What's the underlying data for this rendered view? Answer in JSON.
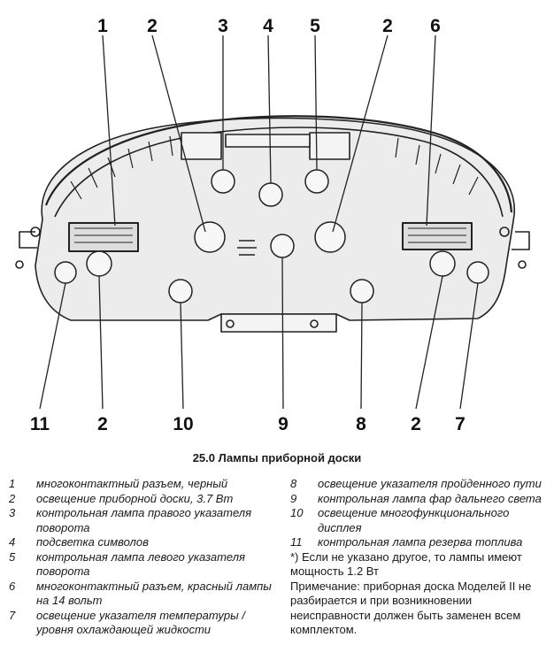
{
  "callouts": {
    "top": [
      "1",
      "2",
      "3",
      "4",
      "5",
      "2",
      "6"
    ],
    "bottom": [
      "11",
      "2",
      "10",
      "9",
      "8",
      "2",
      "7"
    ]
  },
  "caption": "25.0 Лампы приборной доски",
  "legend_left": [
    {
      "num": "1",
      "text": "многоконтактный разъем, черный"
    },
    {
      "num": "2",
      "text": "освещение приборной доски, 3.7 Вт"
    },
    {
      "num": "3",
      "text": "контрольная лампа правого указателя поворота"
    },
    {
      "num": "4",
      "text": "подсветка символов"
    },
    {
      "num": "5",
      "text": "контрольная лампа левого указателя поворота"
    },
    {
      "num": "6",
      "text": "многоконтактный разъем, красный лампы на 14 вольт"
    },
    {
      "num": "7",
      "text": "освещение указателя температуры / уровня охлаждающей жидкости"
    }
  ],
  "legend_right": [
    {
      "num": "8",
      "text": "освещение указателя пройденного пути"
    },
    {
      "num": "9",
      "text": "контрольная лампа фар дальнего света"
    },
    {
      "num": "10",
      "text": "освещение многофункционального дисплея"
    },
    {
      "num": "11",
      "text": "контрольная лампа резерва топлива"
    }
  ],
  "note_lamps": "*) Если не указано другое, то лампы имеют мощность 1.2 Вт",
  "note_remark": "Примечание: приборная доска Моделей II не разбирается и при возникновении неисправности должен быть заменен всем комплектом."
}
